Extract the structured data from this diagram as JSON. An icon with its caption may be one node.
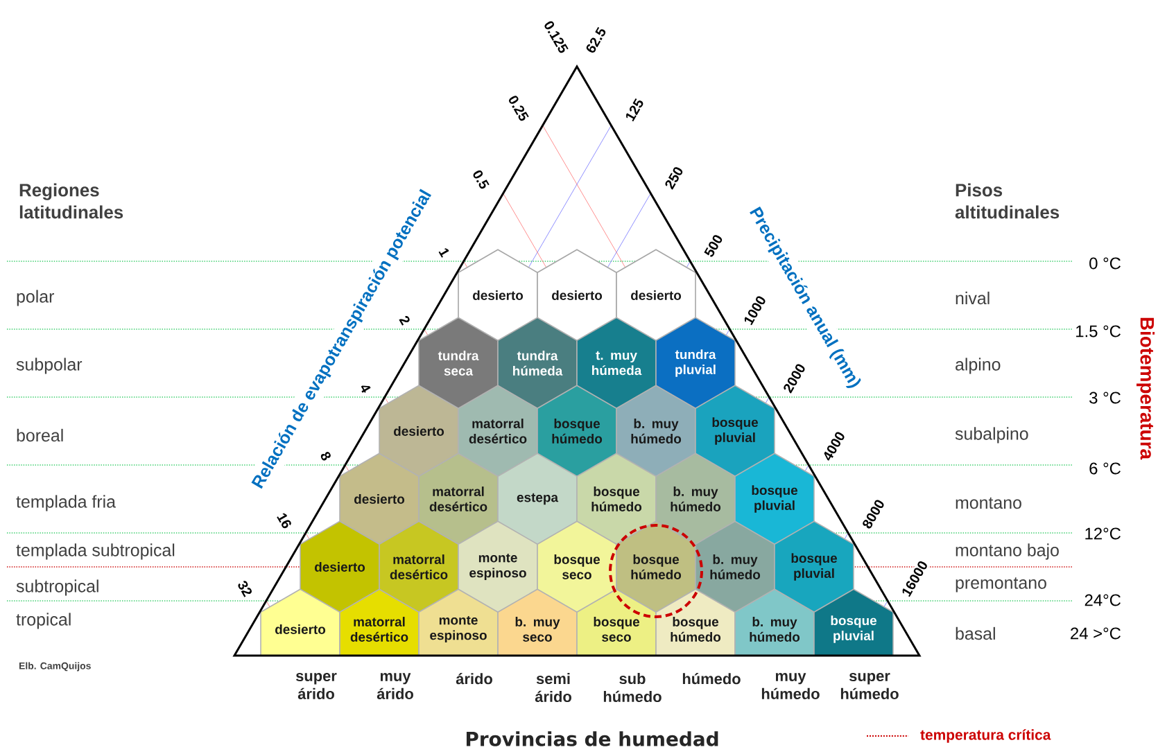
{
  "diagram": {
    "nodes": [
      {
        "text": [
          "desierto"
        ]
      },
      {
        "text": [
          "desierto"
        ]
      },
      {
        "text": [
          "desierto"
        ]
      },
      {
        "text": [
          "tundra seca"
        ]
      },
      {
        "text": [
          "tundra húmeda"
        ]
      },
      {
        "text": [
          "t. muy húmeda"
        ]
      },
      {
        "text": [
          "tundra pluvial"
        ]
      },
      {
        "text": [
          "desierto"
        ]
      },
      {
        "text": [
          "matorral desértico"
        ]
      },
      {
        "text": [
          "bosque húmedo"
        ]
      },
      {
        "text": [
          "b. muy húmedo"
        ]
      },
      {
        "text": [
          "bosque pluvial"
        ]
      },
      {
        "text": [
          "desierto"
        ]
      },
      {
        "text": [
          "matorral desértico"
        ]
      },
      {
        "text": [
          "estepa"
        ]
      },
      {
        "text": [
          "bosque húmedo"
        ]
      },
      {
        "text": [
          "b. muy húmedo"
        ]
      },
      {
        "text": [
          "bosque pluvial"
        ]
      },
      {
        "text": [
          "desierto"
        ]
      },
      {
        "text": [
          "matorral desértico"
        ]
      },
      {
        "text": [
          "monte espinoso"
        ]
      },
      {
        "text": [
          "bosque seco"
        ]
      },
      {
        "text": [
          "bosque húmedo"
        ]
      },
      {
        "text": [
          "b. muy húmedo"
        ]
      },
      {
        "text": [
          "bosque pluvial"
        ]
      },
      {
        "text": [
          "desierto"
        ]
      },
      {
        "text": [
          "matorral desértico"
        ]
      },
      {
        "text": [
          "monte espinoso"
        ]
      },
      {
        "text": [
          "b. muy seco"
        ]
      },
      {
        "text": [
          "bosque seco"
        ]
      },
      {
        "text": [
          "bosque húmedo"
        ]
      },
      {
        "text": [
          "b. muy húmedo"
        ]
      },
      {
        "text": [
          "bosque pluvial"
        ]
      }
    ],
    "labels": [
      "Regiones latitudinales",
      "Pisos altitudinales",
      "polar",
      "subpolar",
      "boreal",
      "templada fria",
      "templada subtropical",
      "subtropical",
      "tropical",
      "nival",
      "alpino",
      "subalpino",
      "montano",
      "montano bajo",
      "premontano",
      "basal",
      "0 °C",
      "1.5 °C",
      "3 °C",
      "6 °C",
      "12°C",
      "24°C",
      "24 >°C",
      "Biotemperatura",
      "Relación de evapotranspiración potencial",
      "Precipitación anual (mm)",
      "0.125",
      "0.25",
      "0.5",
      "1",
      "2",
      "4",
      "8",
      "16",
      "32",
      "62.5",
      "125",
      "250",
      "500",
      "1000",
      "2000",
      "4000",
      "8000",
      "16000",
      "super árido",
      "muy árido",
      "árido",
      "semi árido",
      "sub húmedo",
      "húmedo",
      "muy húmedo",
      "super húmedo",
      "Provincias de humedad",
      "Elb. CamQuijos"
    ],
    "legend": [
      {
        "text": "temperatura crítica"
      }
    ]
  }
}
